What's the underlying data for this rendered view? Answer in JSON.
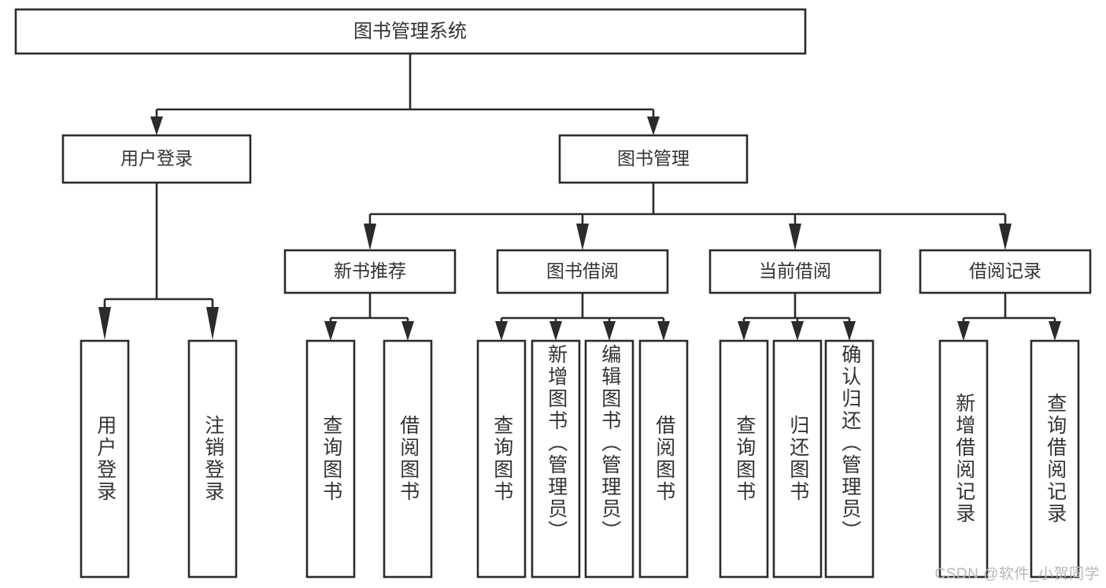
{
  "diagram": {
    "type": "tree-hierarchy",
    "title": "图书管理系统",
    "root": {
      "id": "root",
      "label": "图书管理系统",
      "orientation": "horizontal"
    },
    "level2": [
      {
        "id": "user-login",
        "label": "用户登录",
        "orientation": "horizontal"
      },
      {
        "id": "book-management",
        "label": "图书管理",
        "orientation": "horizontal"
      }
    ],
    "level3": [
      {
        "id": "new-book-recommend",
        "label": "新书推荐",
        "orientation": "horizontal",
        "parent": "book-management"
      },
      {
        "id": "book-borrow",
        "label": "图书借阅",
        "orientation": "horizontal",
        "parent": "book-management"
      },
      {
        "id": "current-borrow",
        "label": "当前借阅",
        "orientation": "horizontal",
        "parent": "book-management"
      },
      {
        "id": "borrow-record",
        "label": "借阅记录",
        "orientation": "horizontal",
        "parent": "book-management"
      }
    ],
    "leaves": {
      "user-login": [
        {
          "id": "leaf-user-login",
          "label": "用户登录",
          "orientation": "vertical"
        },
        {
          "id": "leaf-user-logout",
          "label": "注销登录",
          "orientation": "vertical"
        }
      ],
      "new-book-recommend": [
        {
          "id": "leaf-query-book-1",
          "label": "查询图书",
          "orientation": "vertical"
        },
        {
          "id": "leaf-borrow-book-1",
          "label": "借阅图书",
          "orientation": "vertical"
        }
      ],
      "book-borrow": [
        {
          "id": "leaf-query-book-2",
          "label": "查询图书",
          "orientation": "vertical"
        },
        {
          "id": "leaf-add-book",
          "label": "新增图书（管理员）",
          "orientation": "vertical"
        },
        {
          "id": "leaf-edit-book",
          "label": "编辑图书（管理员）",
          "orientation": "vertical"
        },
        {
          "id": "leaf-borrow-book-2",
          "label": "借阅图书",
          "orientation": "vertical"
        }
      ],
      "current-borrow": [
        {
          "id": "leaf-query-book-3",
          "label": "查询图书",
          "orientation": "vertical"
        },
        {
          "id": "leaf-return-book",
          "label": "归还图书",
          "orientation": "vertical"
        },
        {
          "id": "leaf-confirm-return",
          "label": "确认归还（管理员）",
          "orientation": "vertical"
        }
      ],
      "borrow-record": [
        {
          "id": "leaf-add-record",
          "label": "新增借阅记录",
          "orientation": "vertical"
        },
        {
          "id": "leaf-query-record",
          "label": "查询借阅记录",
          "orientation": "vertical"
        }
      ]
    },
    "colors": {
      "stroke": "#2b2b2b",
      "fill": "#ffffff",
      "text": "#333333",
      "background": "#ffffff",
      "watermark": "#b8b8b8"
    }
  },
  "watermark": {
    "text": "CSDN @软件_小贺同学"
  }
}
